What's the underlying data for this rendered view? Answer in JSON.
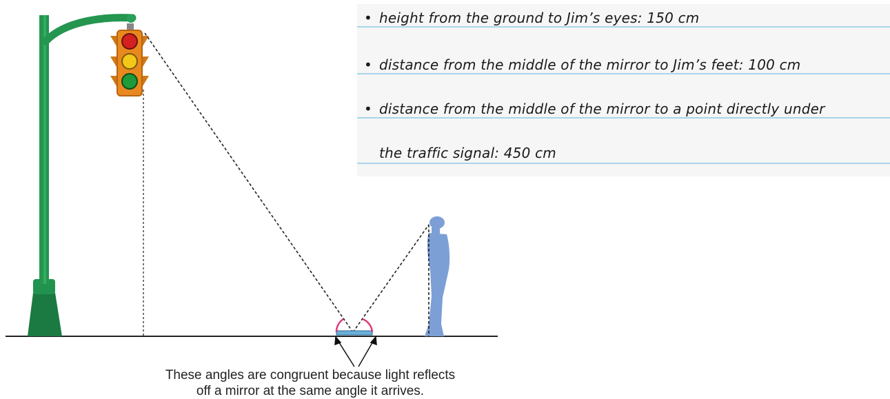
{
  "notes": {
    "items": [
      "height from the ground to Jim’s eyes: 150 cm",
      "distance from the middle of the mirror to Jim’s feet: 100 cm",
      "distance from the middle of the mirror to a point directly under",
      "the traffic signal: 450 cm"
    ],
    "bullet": "•"
  },
  "caption": {
    "line1": "These angles are congruent because light reflects",
    "line2": "off a mirror at the same angle it arrives."
  },
  "colors": {
    "pole": "#1f8a4a",
    "signal_body": "#e8891f",
    "person": "#7c9fd6",
    "arc": "#e0397a",
    "note_line": "#a8d4ec"
  }
}
